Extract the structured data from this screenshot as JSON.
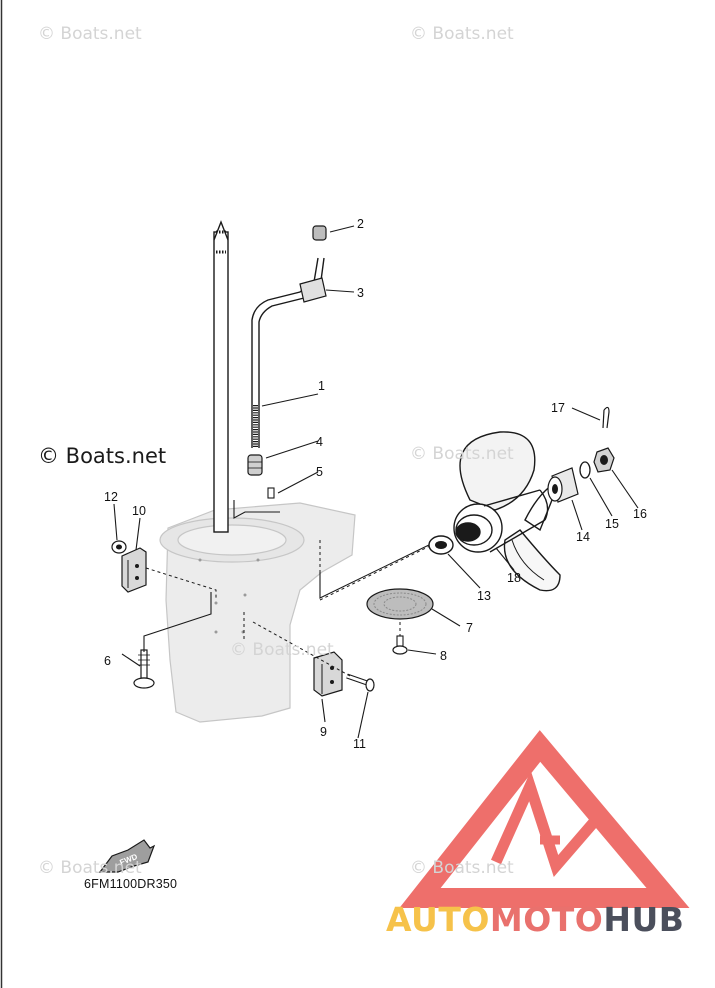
{
  "watermarks": [
    "© Boats.net",
    "© Boats.net",
    "© Boats.net",
    "© Boats.net",
    "© Boats.net",
    "© Boats.net"
  ],
  "watermark_main": "© Boats.net",
  "callouts": [
    "1",
    "2",
    "3",
    "4",
    "5",
    "6",
    "7",
    "8",
    "9",
    "10",
    "11",
    "12",
    "13",
    "14",
    "15",
    "16",
    "17",
    "18"
  ],
  "fwd_label": "FWD",
  "diagram_code": "6FM1100DR350",
  "brand": {
    "part1": "AUTO",
    "part2": "MOTO",
    "part3": "HUB"
  },
  "colors": {
    "logo_red": "#ee6f6b",
    "logo_yellow": "#f6c24a",
    "logo_dark": "#4b4f5c",
    "line": "#1a1a1a"
  }
}
